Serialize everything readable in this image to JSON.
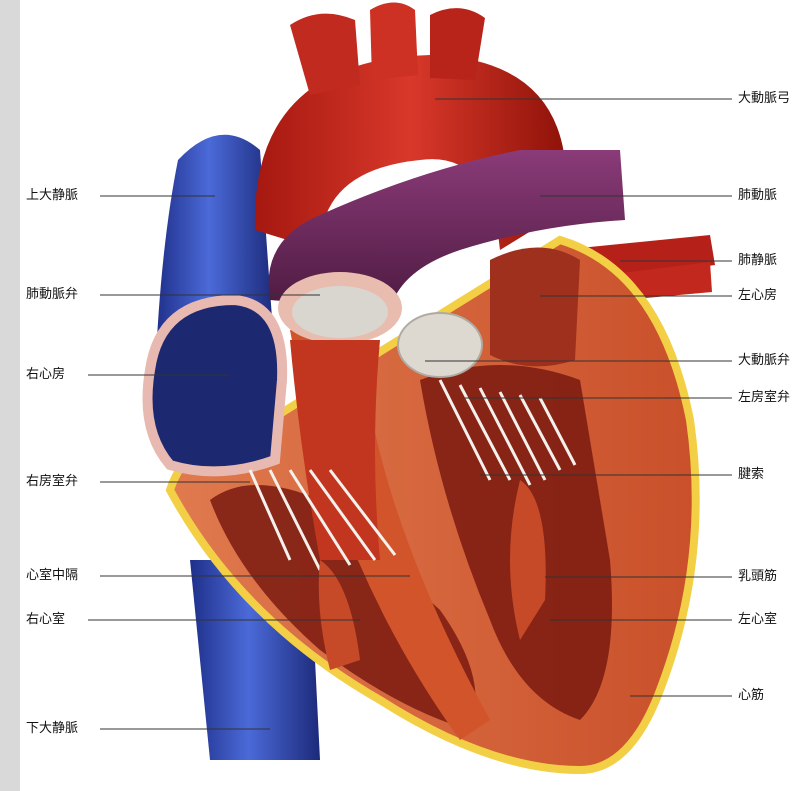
{
  "labels_left": [
    {
      "id": "svc",
      "text": "上大静脈"
    },
    {
      "id": "pv",
      "text": "肺動脈弁"
    },
    {
      "id": "ra",
      "text": "右心房"
    },
    {
      "id": "tv",
      "text": "右房室弁"
    },
    {
      "id": "ivs",
      "text": "心室中隔"
    },
    {
      "id": "rv",
      "text": "右心室"
    },
    {
      "id": "ivc",
      "text": "下大静脈"
    }
  ],
  "labels_right": [
    {
      "id": "arch",
      "text": "大動脈弓"
    },
    {
      "id": "pa",
      "text": "肺動脈"
    },
    {
      "id": "pulv",
      "text": "肺静脈"
    },
    {
      "id": "la",
      "text": "左心房"
    },
    {
      "id": "av",
      "text": "大動脈弁"
    },
    {
      "id": "mv",
      "text": "左房室弁"
    },
    {
      "id": "ct",
      "text": "腱索"
    },
    {
      "id": "pm",
      "text": "乳頭筋"
    },
    {
      "id": "lv",
      "text": "左心室"
    },
    {
      "id": "myo",
      "text": "心筋"
    }
  ],
  "colors": {
    "aorta": "#c8261c",
    "pulmonary_artery": "#6e2a5a",
    "vena_cava": "#2f49b8",
    "myocardium": "#d9683f",
    "epicardium_fat": "#f2cf45",
    "chamber": "#7a1a10",
    "valve": "#e8e4dc"
  }
}
